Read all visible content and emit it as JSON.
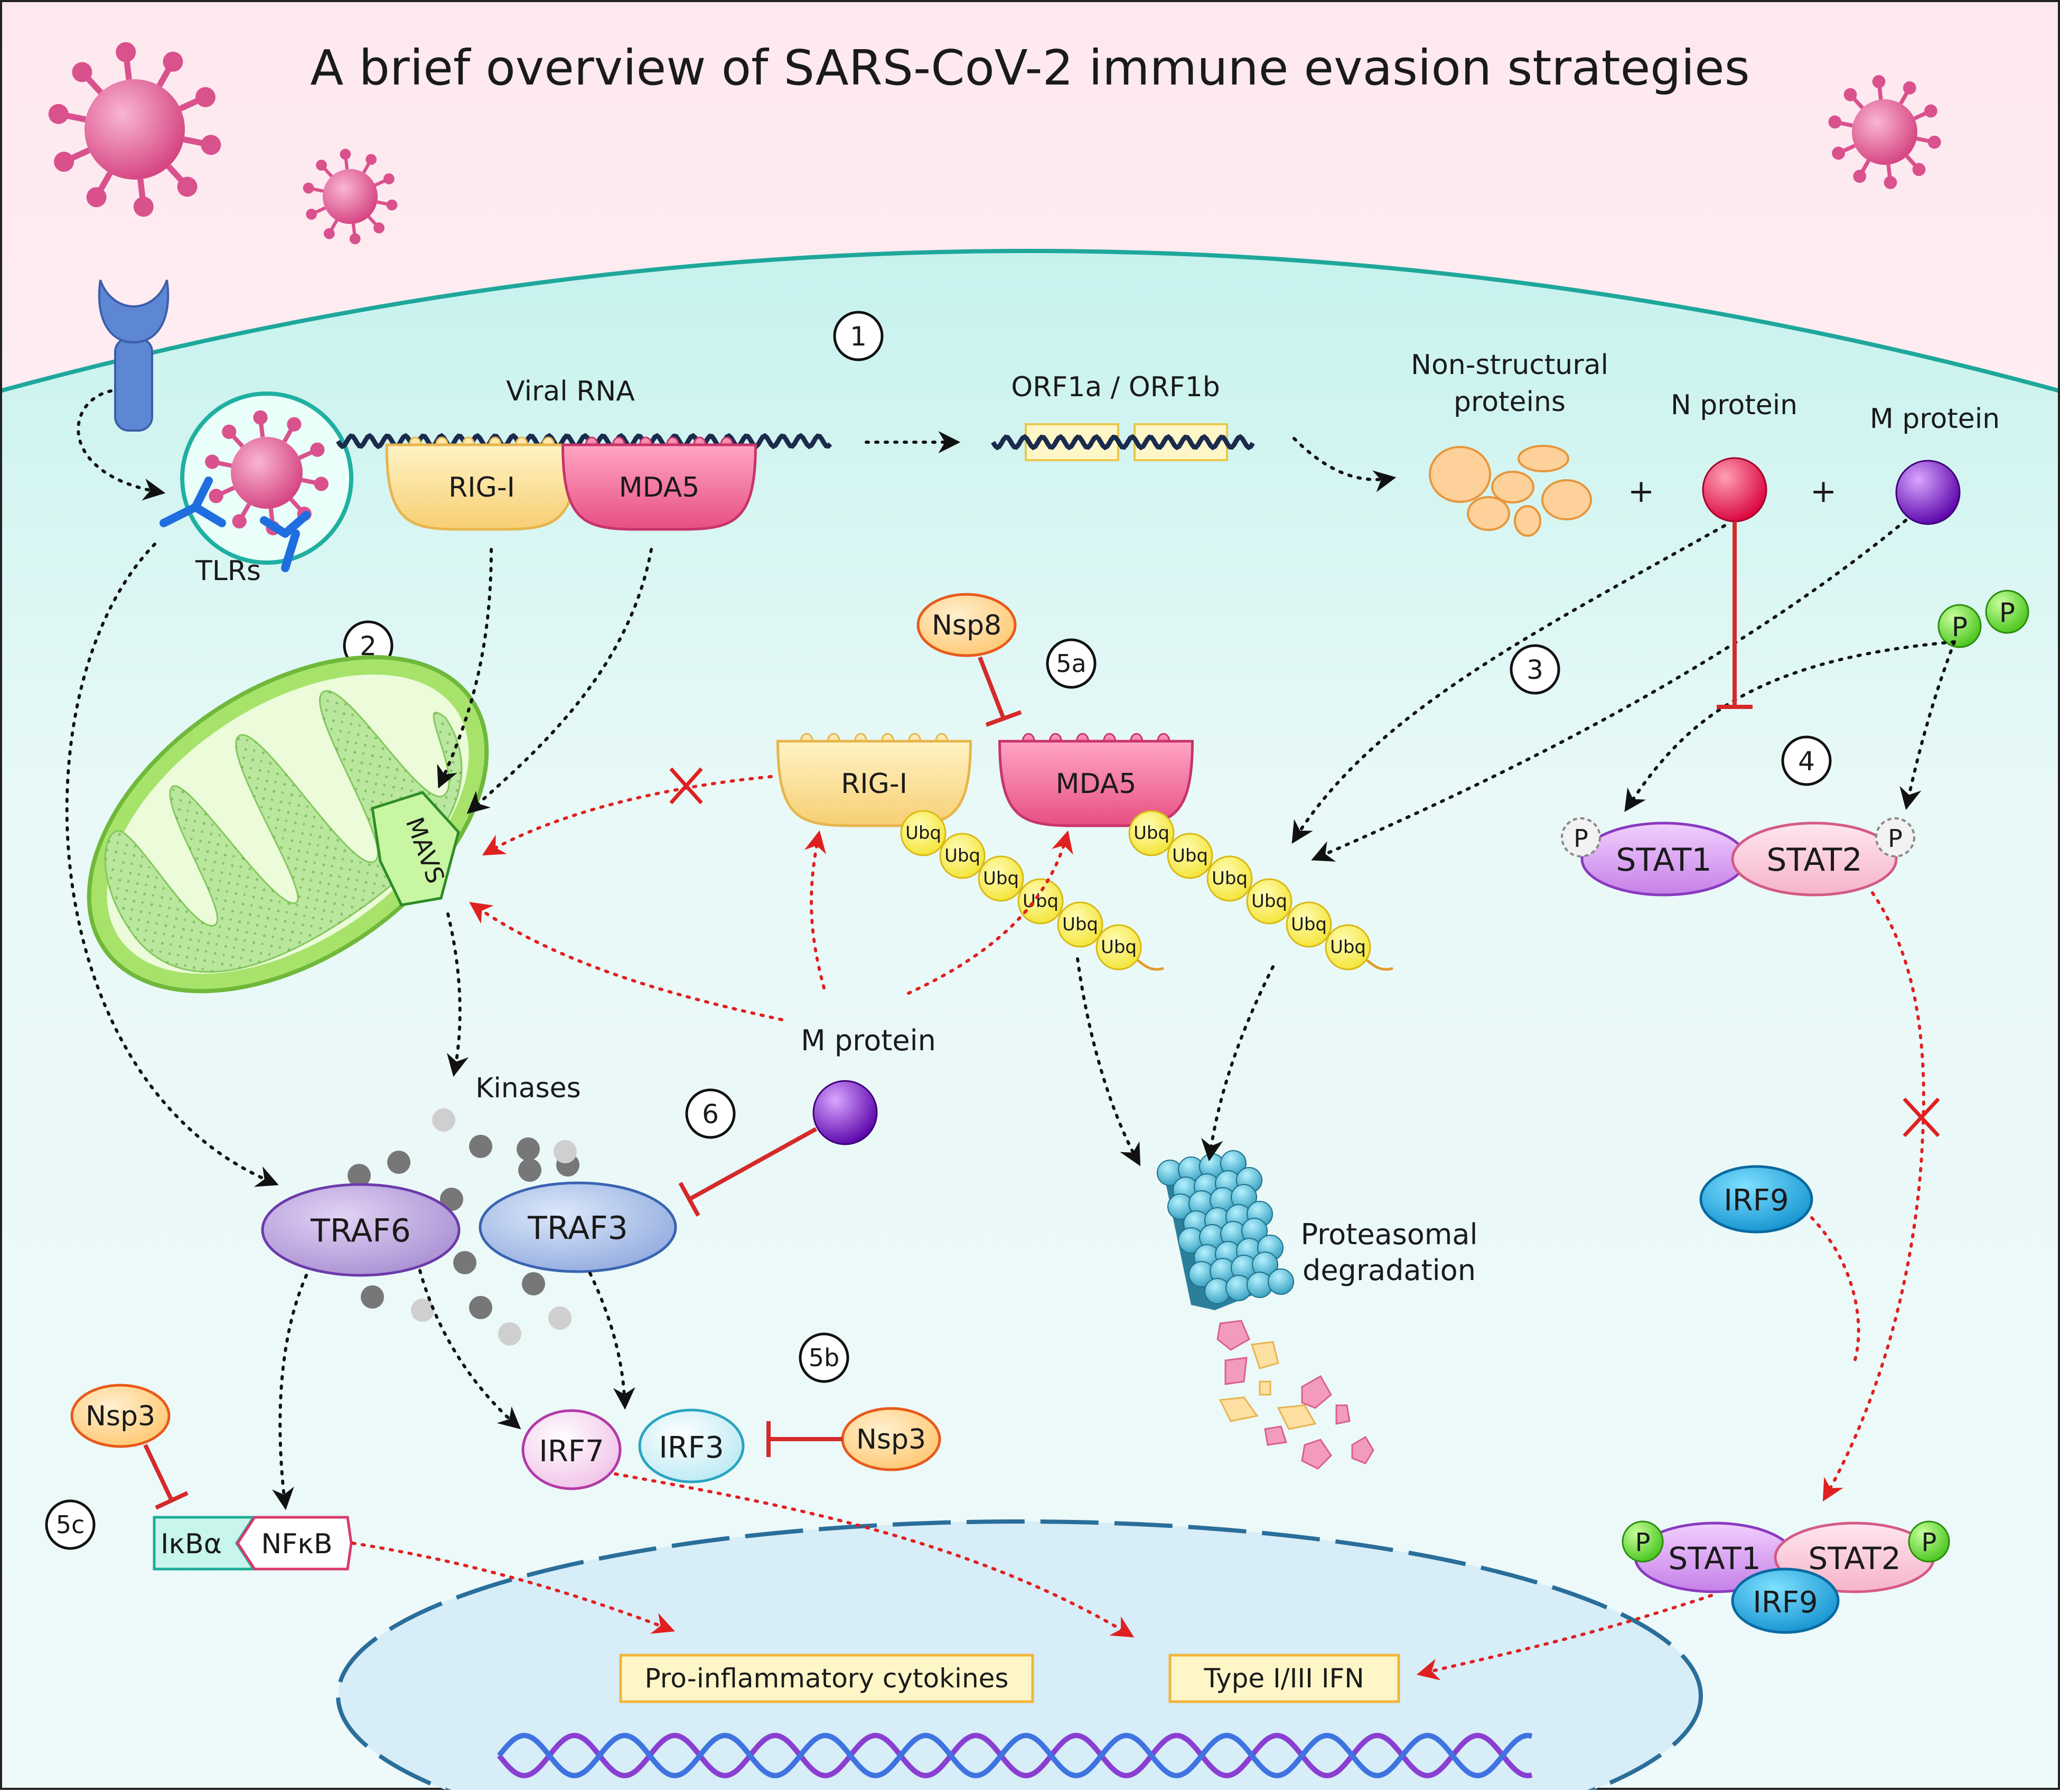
{
  "title": "A brief overview of SARS-CoV-2 immune evasion strategies",
  "labels": {
    "viral_rna": "Viral RNA",
    "orf": "ORF1a / ORF1b",
    "nsp_line1": "Non-structural",
    "nsp_line2": "proteins",
    "n_protein": "N protein",
    "m_protein_top": "M protein",
    "m_protein_mid": "M protein",
    "plus": "+",
    "tlrs": "TLRs",
    "rigi": "RIG-I",
    "mda5": "MDA5",
    "mavs": "MAVS",
    "kinases": "Kinases",
    "traf6": "TRAF6",
    "traf3": "TRAF3",
    "irf7": "IRF7",
    "irf3": "IRF3",
    "nsp3": "Nsp3",
    "nsp8": "Nsp8",
    "ikba": "IκBα",
    "nfkb": "NFκB",
    "ubq": "Ubq",
    "p": "P",
    "stat1": "STAT1",
    "stat2": "STAT2",
    "irf9": "IRF9",
    "proteasome_line1": "Proteasomal",
    "proteasome_line2": "degradation",
    "cytokines": "Pro-inflammatory cytokines",
    "ifn": "Type I/III IFN"
  },
  "steps": [
    "1",
    "2",
    "3",
    "4",
    "5a",
    "5b",
    "5c",
    "6"
  ],
  "colors": {
    "cytoplasm": "#e6f8f6",
    "membrane": "#1fa79b",
    "nucleus": "#d7edf8",
    "virus": "#e0629b",
    "inhibit": "#d52a2a",
    "mito": "#8ed957"
  }
}
